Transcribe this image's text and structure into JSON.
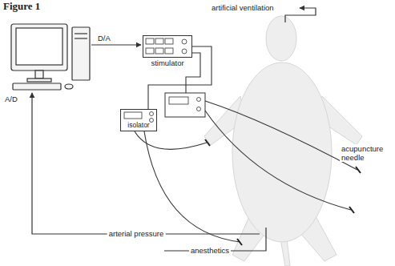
{
  "diagram": {
    "nodes": [
      {
        "text": [
          "stimulator"
        ]
      },
      {
        "text": [
          "isolator"
        ]
      }
    ],
    "edges": [
      {
        "from": 0,
        "to": 1,
        "arrow": "none"
      }
    ],
    "labels": [
      "Figure 1",
      "artificial ventilation",
      "D/A",
      "A/D",
      "acupuncture needle",
      "arterial pressure",
      "anesthetics"
    ]
  }
}
